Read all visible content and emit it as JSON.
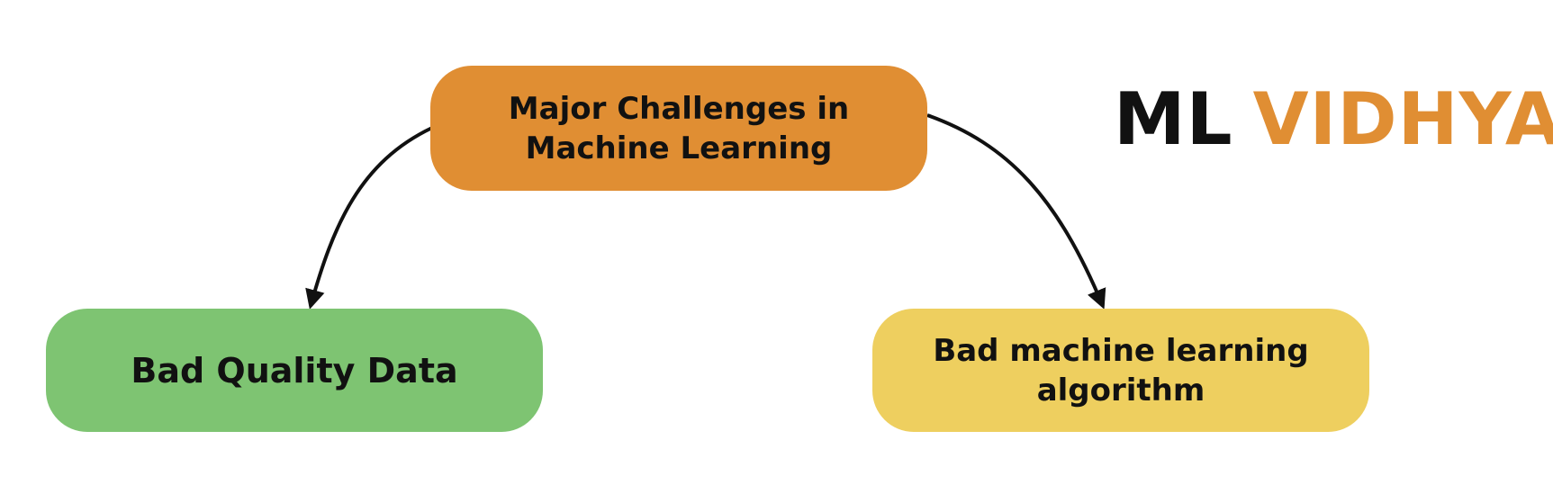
{
  "diagram": {
    "root": {
      "label_line1": "Major Challenges in",
      "label_line2": "Machine Learning",
      "color": "#E08E33"
    },
    "children": [
      {
        "label": "Bad Quality Data",
        "color": "#7EC472"
      },
      {
        "label_line1": "Bad machine learning",
        "label_line2": "algorithm",
        "color": "#EECF5F"
      }
    ],
    "edge_color": "#111111"
  },
  "logo": {
    "part1": "ML",
    "part2": "VIDHYA",
    "part1_color": "#111111",
    "part2_color": "#E08E33"
  }
}
